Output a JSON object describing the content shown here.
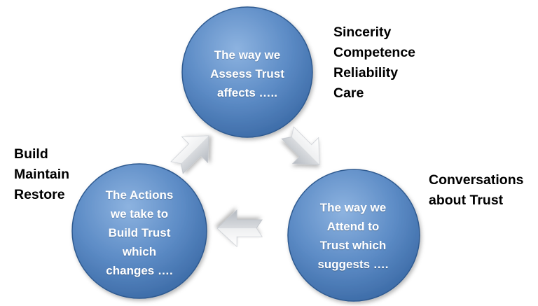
{
  "colors": {
    "circle_fill_light": "#8db3e0",
    "circle_fill_mid": "#5d8cc6",
    "circle_fill_dark": "#3b6aa6",
    "circle_stroke": "#2f5a90",
    "arrow_light": "#ffffff",
    "arrow_dark": "#aab0b8",
    "text": "#000000",
    "circle_text": "#ffffff"
  },
  "circles": [
    {
      "id": "assess",
      "lines": [
        "The way we",
        "Assess Trust",
        "affects ….."
      ]
    },
    {
      "id": "actions",
      "lines": [
        "The Actions",
        "we take to",
        "Build Trust",
        "which",
        "changes …."
      ]
    },
    {
      "id": "attend",
      "lines": [
        "The way we",
        "Attend to",
        "Trust which",
        "suggests …."
      ]
    }
  ],
  "side_lists": {
    "assess": [
      "Sincerity",
      "Competence",
      "Reliability",
      "Care"
    ],
    "actions": [
      "Build",
      "Maintain",
      "Restore"
    ],
    "attend": [
      "Conversations",
      "about Trust"
    ]
  },
  "arrows": [
    {
      "from": "actions",
      "to": "assess",
      "icon": "arrow-up-right-icon"
    },
    {
      "from": "assess",
      "to": "attend",
      "icon": "arrow-down-right-icon"
    },
    {
      "from": "attend",
      "to": "actions",
      "icon": "arrow-left-icon"
    }
  ]
}
